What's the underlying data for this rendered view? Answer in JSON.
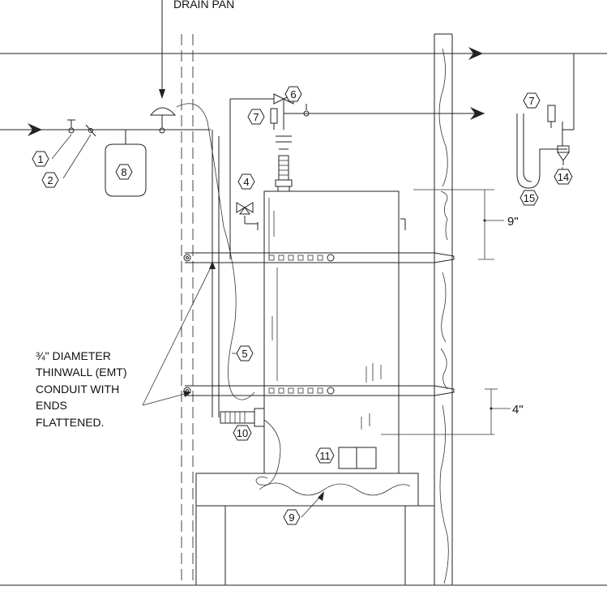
{
  "header_text": "DRAIN PAN",
  "note_lines": [
    "¾\" DIAMETER",
    "THINWALL (EMT)",
    "CONDUIT WITH",
    "ENDS",
    "FLATTENED."
  ],
  "dimensions": {
    "upper": "9\"",
    "lower": "4\""
  },
  "tags": {
    "t1": "1",
    "t2": "2",
    "t4": "4",
    "t5": "5",
    "t6": "6",
    "t7a": "7",
    "t7b": "7",
    "t8": "8",
    "t9": "9",
    "t10": "10",
    "t11": "11",
    "t14": "14",
    "t15": "15"
  },
  "colors": {
    "line": "#222222",
    "background": "#ffffff"
  }
}
